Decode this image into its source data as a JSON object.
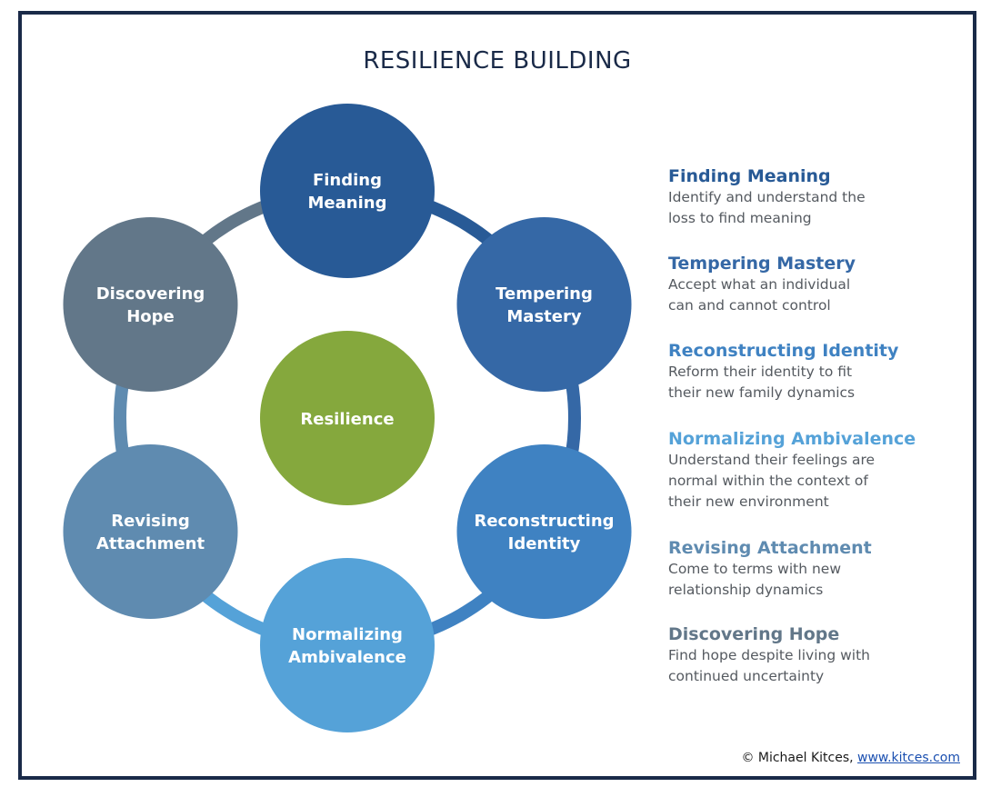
{
  "title": "RESILIENCE BUILDING",
  "center": {
    "label": "Resilience",
    "color": "#85a83d"
  },
  "ring_color": "#2d5a8e",
  "nodes": [
    {
      "line1": "Finding",
      "line2": "Meaning",
      "color": "#285a96"
    },
    {
      "line1": "Tempering",
      "line2": "Mastery",
      "color": "#3568a6"
    },
    {
      "line1": "Reconstructing",
      "line2": "Identity",
      "color": "#3f82c2"
    },
    {
      "line1": "Normalizing",
      "line2": "Ambivalence",
      "color": "#55a2d8"
    },
    {
      "line1": "Revising",
      "line2": "Attachment",
      "color": "#5f8bb0"
    },
    {
      "line1": "Discovering",
      "line2": "Hope",
      "color": "#627789"
    }
  ],
  "descriptions": [
    {
      "title": "Finding Meaning",
      "body": "Identify and understand the\nloss to find meaning",
      "color": "#285a96"
    },
    {
      "title": "Tempering Mastery",
      "body": "Accept what an individual\ncan and cannot control",
      "color": "#3568a6"
    },
    {
      "title": "Reconstructing Identity",
      "body": "Reform their identity to fit\ntheir new family dynamics",
      "color": "#3f82c2"
    },
    {
      "title": "Normalizing Ambivalence",
      "body": "Understand their feelings are\nnormal within the context of\ntheir new environment",
      "color": "#55a2d8"
    },
    {
      "title": "Revising Attachment",
      "body": "Come to terms with new\nrelationship dynamics",
      "color": "#5f8bb0"
    },
    {
      "title": "Discovering Hope",
      "body": "Find hope despite living with\ncontinued uncertainty",
      "color": "#627789"
    }
  ],
  "credit": {
    "prefix": "© Michael Kitces, ",
    "link": "www.kitces.com"
  }
}
